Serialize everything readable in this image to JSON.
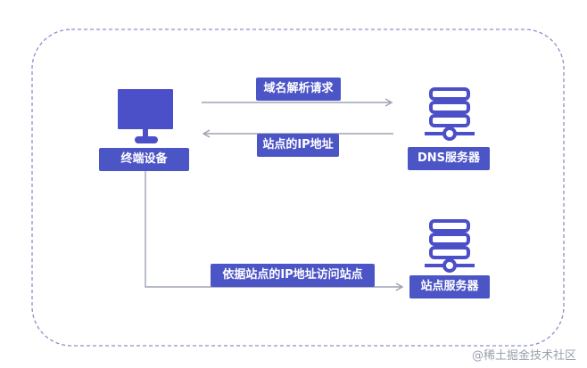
{
  "nodes": {
    "terminal": {
      "label": "终端设备"
    },
    "dns_server": {
      "label": "DNS服务器"
    },
    "site_server": {
      "label": "站点服务器"
    }
  },
  "edges": {
    "dns_request": {
      "label": "域名解析请求"
    },
    "dns_response": {
      "label": "站点的IP地址"
    },
    "site_access": {
      "label": "依据站点的IP地址访问站点"
    }
  },
  "watermark": "@稀土掘金技术社区",
  "colors": {
    "accent": "#4b4fc8",
    "label_bg": "#4c55c6",
    "line": "#9ea2b4",
    "border": "#8c90c9"
  }
}
